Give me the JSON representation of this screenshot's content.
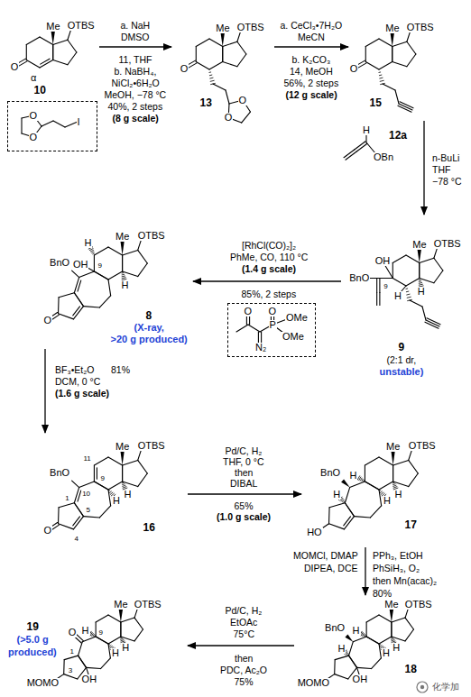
{
  "diagram": {
    "nodes": [
      {
        "text": [
          "Me",
          "OTBS",
          "O",
          "α",
          "10"
        ]
      },
      {
        "text": [
          "O",
          "O",
          "I"
        ]
      },
      {
        "text": [
          "Me",
          "OTBS",
          "O",
          "O",
          "O",
          "13"
        ]
      },
      {
        "text": [
          "Me",
          "OTBS",
          "O",
          "15"
        ]
      },
      {
        "text": [
          "H",
          "OBn",
          "12a"
        ]
      },
      {
        "text": [
          "Me",
          "OTBS",
          "OH",
          "9",
          "BnO",
          "H",
          "H",
          "9",
          "(2:1 dr,",
          "unstable)"
        ]
      },
      {
        "text": [
          "O",
          "O",
          "P",
          "OMe",
          "OMe",
          "N₂"
        ]
      },
      {
        "text": [
          "Me",
          "OTBS",
          "H",
          "9",
          "OH",
          "H",
          "BnO",
          "O",
          "8",
          "(X-ray,",
          ">20 g produced)"
        ]
      },
      {
        "text": [
          "Me",
          "OTBS",
          "11",
          "9",
          "H",
          "H",
          "BnO",
          "10",
          "1",
          "5",
          "4",
          "O",
          "16"
        ]
      },
      {
        "text": [
          "Me",
          "OTBS",
          "H",
          "H",
          "H",
          "BnO",
          "H",
          "HO",
          "17"
        ]
      },
      {
        "text": [
          "Me",
          "OTBS",
          "H",
          "H",
          "H",
          "BnO",
          "H",
          "OH",
          "MOMO",
          "18"
        ]
      },
      {
        "text": [
          "Me",
          "OTBS",
          "O",
          "9",
          "H",
          "H",
          "H",
          "1",
          "3",
          "OH",
          "MOMO",
          "19",
          "(>5.0 g",
          "produced)"
        ]
      }
    ],
    "edges": [
      {
        "from": 0,
        "to": 2,
        "arrow": "to"
      },
      {
        "from": 2,
        "to": 3,
        "arrow": "to"
      },
      {
        "from": 3,
        "to": 5,
        "arrow": "to"
      },
      {
        "from": 5,
        "to": 7,
        "arrow": "to"
      },
      {
        "from": 7,
        "to": 8,
        "arrow": "to"
      },
      {
        "from": 8,
        "to": 9,
        "arrow": "to"
      },
      {
        "from": 9,
        "to": 10,
        "arrow": "to"
      },
      {
        "from": 10,
        "to": 11,
        "arrow": "to"
      }
    ],
    "labels": [
      "a. NaH",
      "DMSO",
      "11, THF",
      "b. NaBH₄,",
      "NiCl₂•6H₂O",
      "MeOH, −78 °C",
      "40%, 2 steps",
      "(8 g scale)",
      "a. CeCl₃•7H₂O",
      "MeCN",
      "b. K₂CO₃",
      "14, MeOH",
      "56%, 2 steps",
      "(12 g scale)",
      "n-BuLi",
      "THF",
      "−78 °C",
      "[RhCl(CO)₂]₂",
      "PhMe, CO, 110 °C",
      "(1.4 g scale)",
      "85%, 2 steps",
      "BF₃•Et₂O",
      "81%",
      "DCM, 0 °C",
      "(1.6 g scale)",
      "Pd/C, H₂",
      "THF, 0 °C",
      "then",
      "DIBAL",
      "65%",
      "(1.0 g scale)",
      "MOMCl, DMAP",
      "DIPEA, DCE",
      "PPh₃, EtOH",
      "PhSiH₃, O₂",
      "then Mn(acac)₂",
      "80%",
      "Pd/C, H₂",
      "EtOAc",
      "75°C",
      "then",
      "PDC, Ac₂O",
      "75%",
      "化学加"
    ]
  }
}
